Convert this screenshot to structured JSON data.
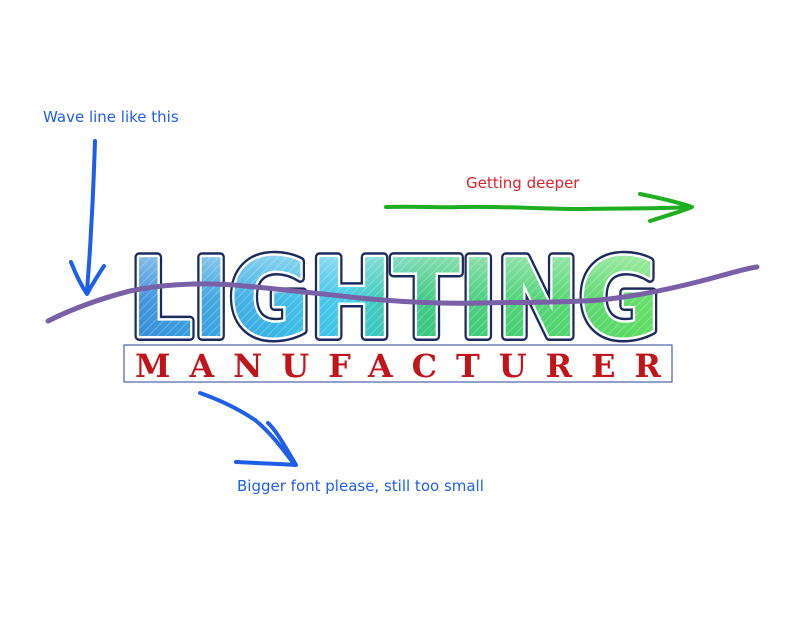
{
  "annotations": {
    "wave_note": "Wave line like this",
    "deeper_note": "Getting deeper",
    "font_note": "Bigger font please, still too small"
  },
  "logo": {
    "title": "LIGHTING",
    "subtitle": "MANUFACTURER"
  },
  "colors": {
    "blue_note": "#1f5fe8",
    "red_note": "#e0212a",
    "green_arrow": "#1fae1f",
    "purple_wave": "#7a60a6",
    "logo_outline": "#1c2a5c",
    "subtitle_red": "#c0161b",
    "subtitle_border": "#2a3f9a",
    "gradient_blue": "#2f86d8",
    "gradient_cyan": "#32c6e8",
    "gradient_green": "#3fca4e"
  }
}
